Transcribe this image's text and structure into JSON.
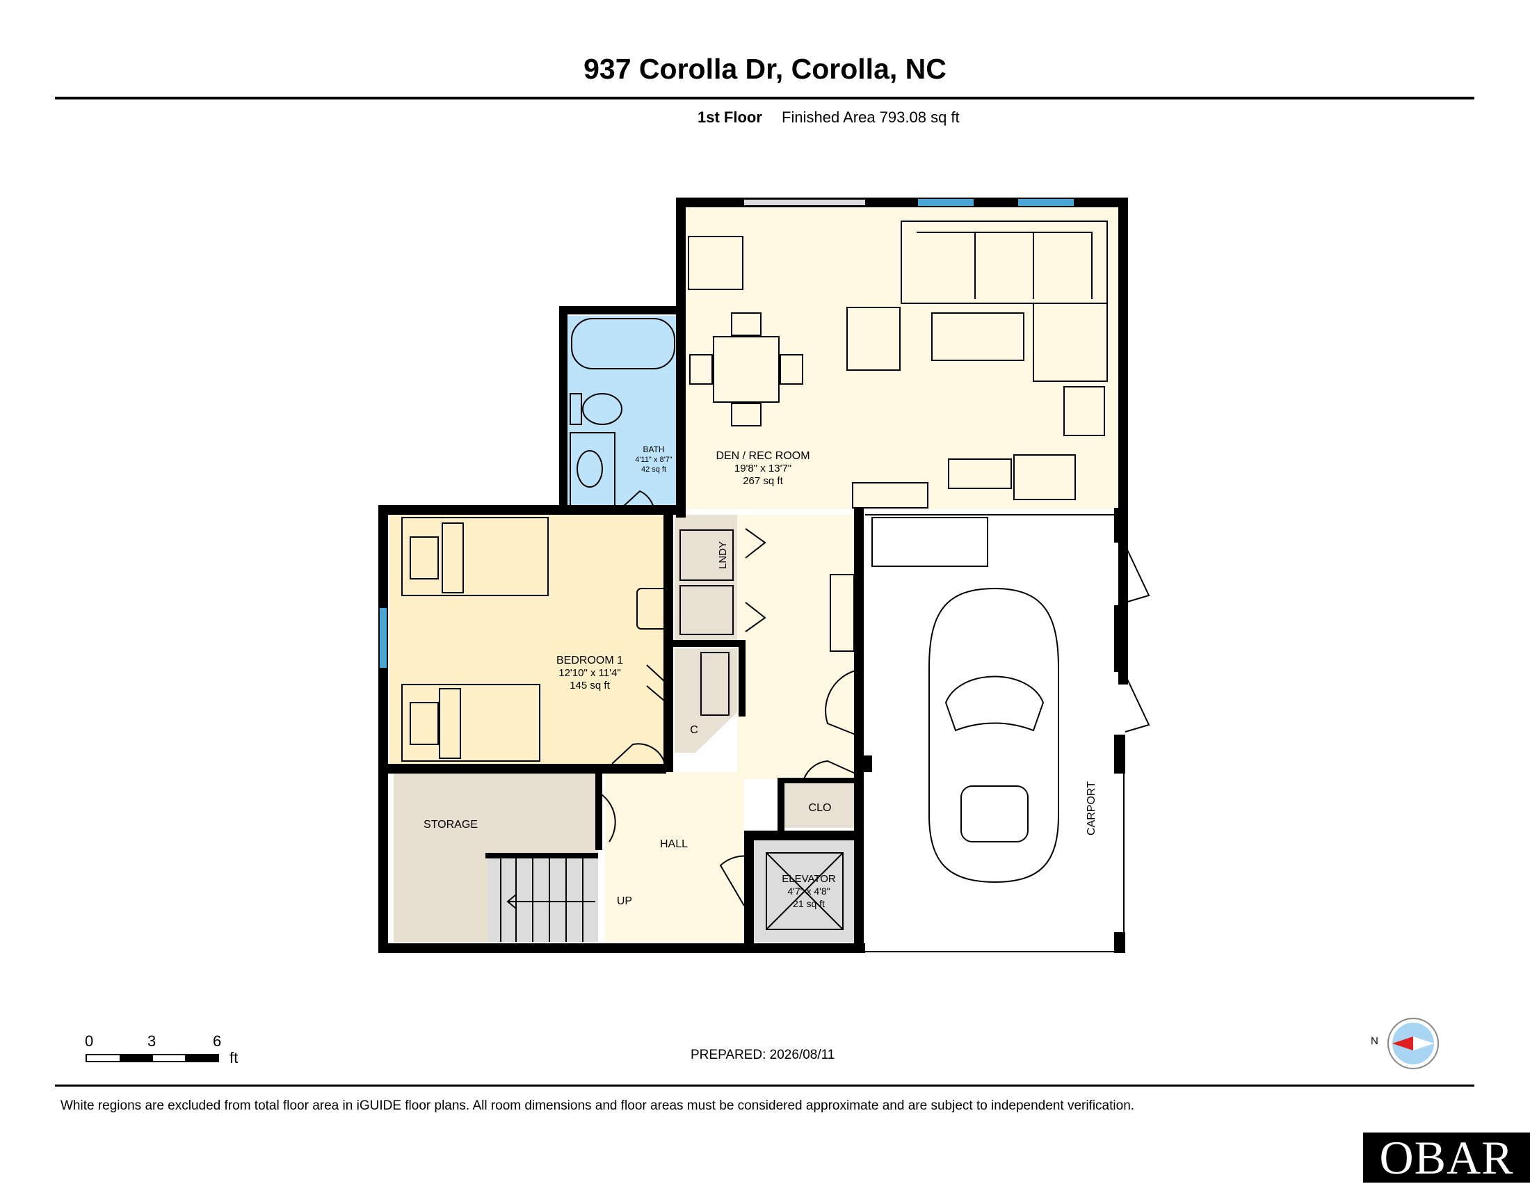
{
  "header": {
    "title": "937 Corolla Dr, Corolla, NC",
    "floor": "1st Floor",
    "finished_area": "Finished Area 793.08 sq ft"
  },
  "rooms": {
    "den": {
      "name": "DEN / REC ROOM",
      "dims": "19'8\" x 13'7\"",
      "area": "267 sq ft"
    },
    "bath": {
      "name": "BATH",
      "dims": "4'11\" x 8'7\"",
      "area": "42 sq ft"
    },
    "bedroom": {
      "name": "BEDROOM 1",
      "dims": "12'10\" x 11'4\"",
      "area": "145 sq ft"
    },
    "elevator": {
      "name": "ELEVATOR",
      "dims": "4'7\" x 4'8\"",
      "area": "21 sq ft"
    },
    "laundry": "LNDY",
    "closet_c": "C",
    "closet": "CLO",
    "storage": "STORAGE",
    "hall": "HALL",
    "stairs": "UP",
    "carport": "CARPORT"
  },
  "scale": {
    "ticks": [
      "0",
      "3",
      "6"
    ],
    "unit": "ft"
  },
  "compass": {
    "label": "N"
  },
  "footer": {
    "prepared": "PREPARED: 2026/08/11",
    "disclaimer": "White regions are excluded from total floor area in iGUIDE floor plans. All room dimensions and floor areas must be considered approximate and are subject to independent verification."
  },
  "logo": "OBAR",
  "colors": {
    "den_fill": "#fff8e3",
    "bath_fill": "#bde3fa",
    "bedroom_fill": "#fdf0c9",
    "storage_fill": "#e8dfd1",
    "utility_fill": "#e8e0d3",
    "hall_fill": "#fff8e3",
    "wall": "#000000",
    "window": "#4aa8d8"
  }
}
